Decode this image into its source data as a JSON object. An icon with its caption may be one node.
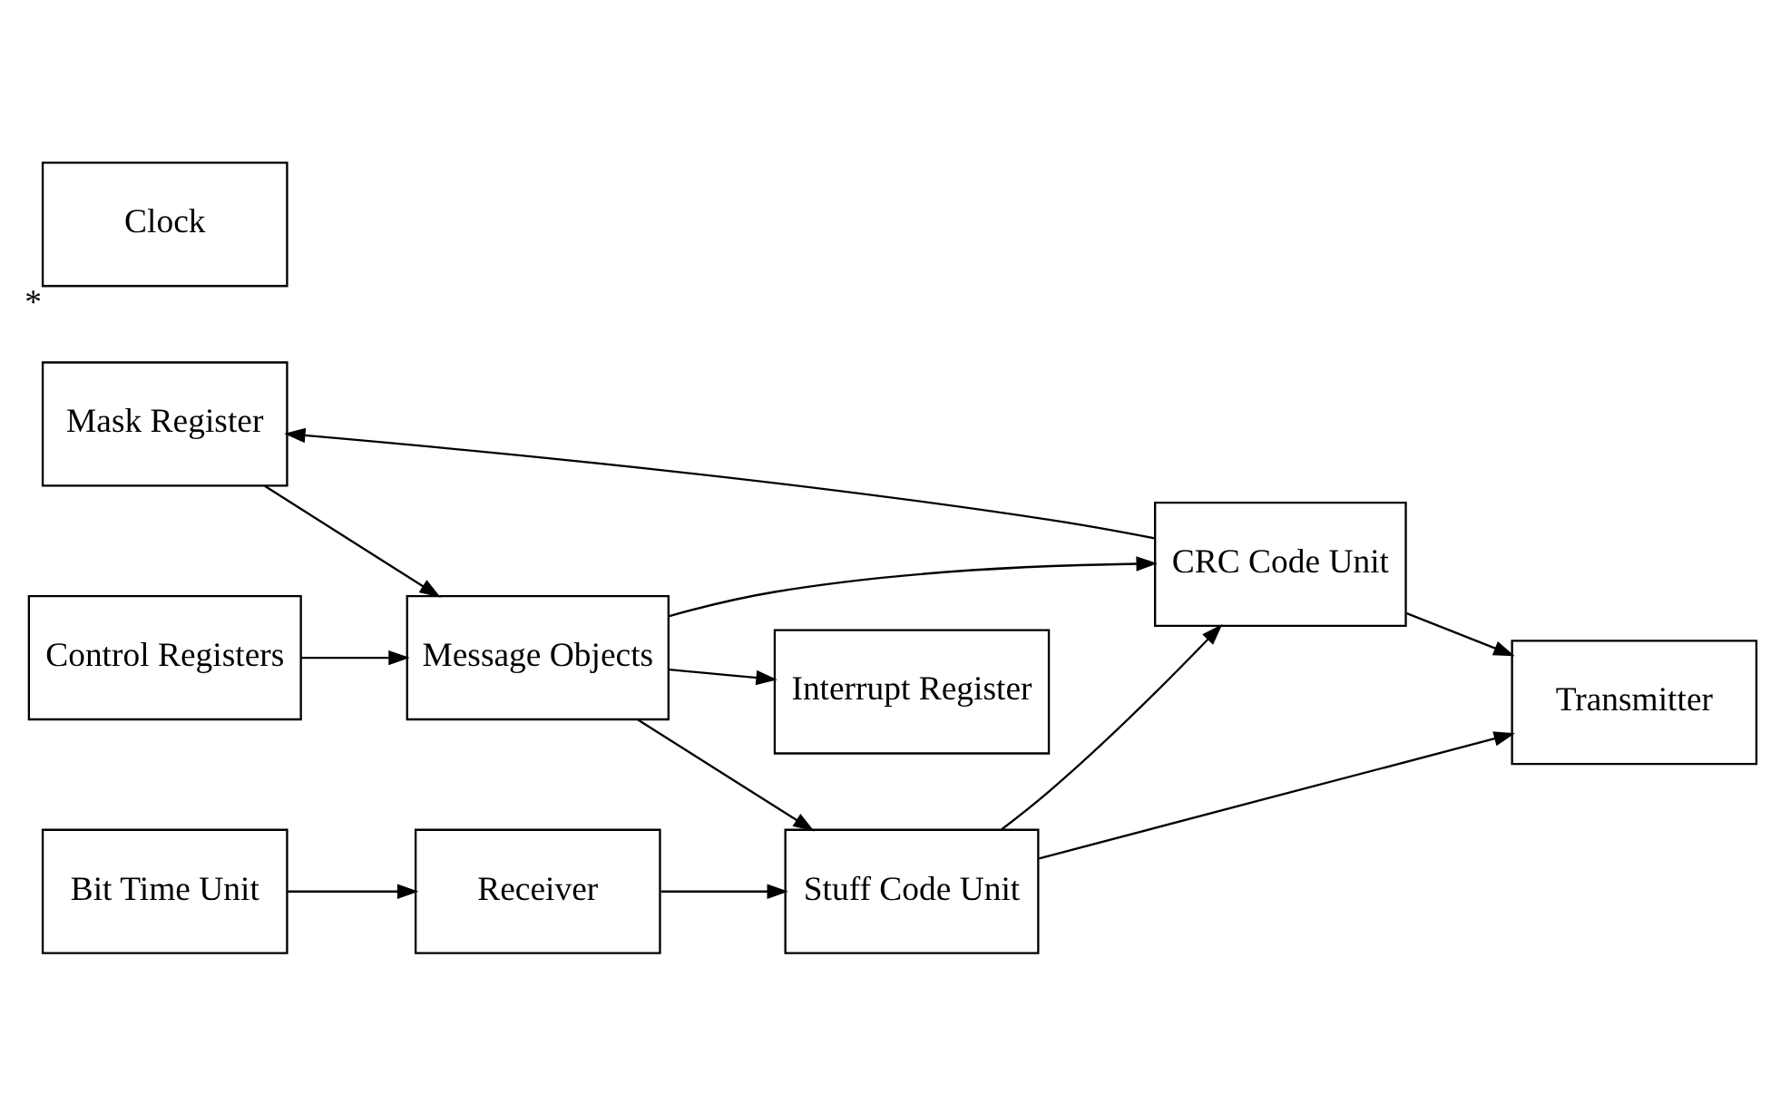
{
  "diagram": {
    "nodes": [
      {
        "text": [
          "Mask Register"
        ]
      },
      {
        "text": [
          "CRC Code Unit"
        ]
      },
      {
        "text": [
          "Receiver"
        ]
      },
      {
        "text": [
          "Message Objects"
        ]
      },
      {
        "text": [
          "Stuff Code Unit"
        ]
      },
      {
        "text": [
          "Bit Time Unit"
        ]
      },
      {
        "text": [
          "Control Registers"
        ]
      },
      {
        "text": [
          "Transmitter"
        ]
      },
      {
        "text": [
          "Interrupt Register"
        ]
      },
      {
        "text": [
          "Clock"
        ],
        "beside": [
          "*"
        ]
      }
    ],
    "edges": [
      {
        "from": 1,
        "to": 0,
        "arrow": "to"
      },
      {
        "from": 0,
        "to": 3,
        "arrow": "to"
      },
      {
        "from": 6,
        "to": 3,
        "arrow": "to"
      },
      {
        "from": 3,
        "to": 1,
        "arrow": "to"
      },
      {
        "from": 3,
        "to": 4,
        "arrow": "to"
      },
      {
        "from": 3,
        "to": 8,
        "arrow": "to"
      },
      {
        "from": 4,
        "to": 1,
        "arrow": "to"
      },
      {
        "from": 2,
        "to": 4,
        "arrow": "to"
      },
      {
        "from": 5,
        "to": 2,
        "arrow": "to"
      },
      {
        "from": 4,
        "to": 7,
        "arrow": "to"
      },
      {
        "from": 1,
        "to": 7,
        "arrow": "to"
      }
    ]
  }
}
